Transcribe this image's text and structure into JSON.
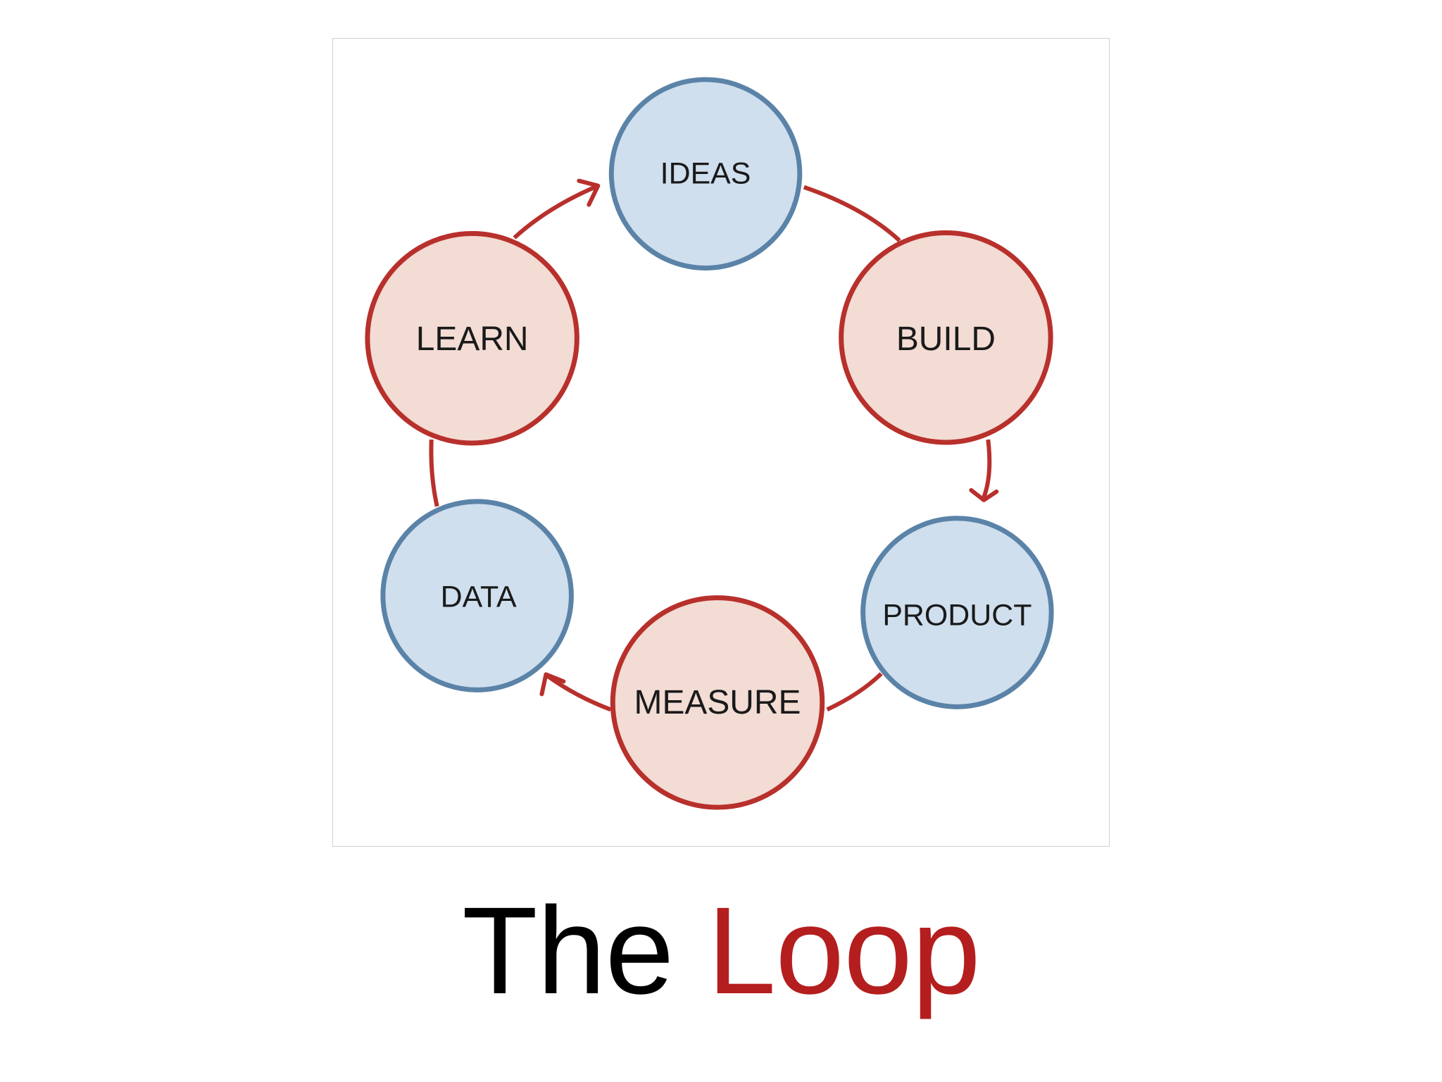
{
  "diagram": {
    "nodes": [
      {
        "id": "ideas",
        "label": "IDEAS",
        "kind": "artifact"
      },
      {
        "id": "build",
        "label": "BUILD",
        "kind": "action"
      },
      {
        "id": "product",
        "label": "PRODUCT",
        "kind": "artifact"
      },
      {
        "id": "measure",
        "label": "MEASURE",
        "kind": "action"
      },
      {
        "id": "data",
        "label": "DATA",
        "kind": "artifact"
      },
      {
        "id": "learn",
        "label": "LEARN",
        "kind": "action"
      }
    ],
    "edges": [
      {
        "from": "ideas",
        "to": "build"
      },
      {
        "from": "build",
        "to": "product"
      },
      {
        "from": "product",
        "to": "measure"
      },
      {
        "from": "measure",
        "to": "data"
      },
      {
        "from": "data",
        "to": "learn"
      },
      {
        "from": "learn",
        "to": "ideas"
      }
    ]
  },
  "colors": {
    "action_fill": "#f2dcd4",
    "action_stroke": "#b8302c",
    "artifact_fill": "#cfdfee",
    "artifact_stroke": "#5b83a8",
    "arrow": "#b8302c",
    "title_primary": "#000000",
    "title_accent": "#b51e1e"
  },
  "title": {
    "part1": "The",
    "part2": "Loop"
  }
}
